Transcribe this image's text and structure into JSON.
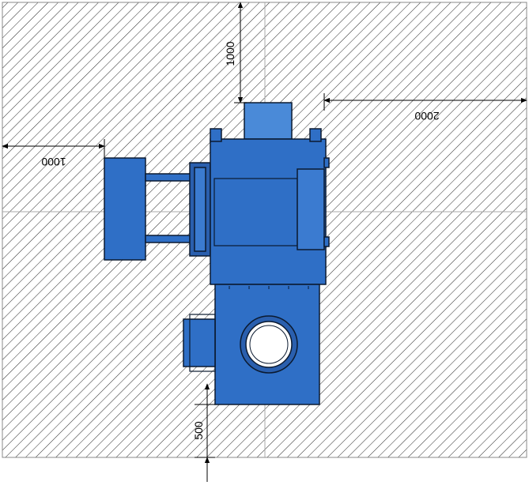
{
  "drawing": {
    "dimensions": {
      "top_clearance": "1000",
      "right_clearance": "2000",
      "left_clearance": "1000",
      "bottom_clearance": "500"
    },
    "colors": {
      "equipment_fill": "#2f6fc6",
      "equipment_fill_light": "#4a8ad8",
      "equipment_stroke": "#0b1a30",
      "hatch": "#333333",
      "dimension_line": "#000000"
    }
  }
}
